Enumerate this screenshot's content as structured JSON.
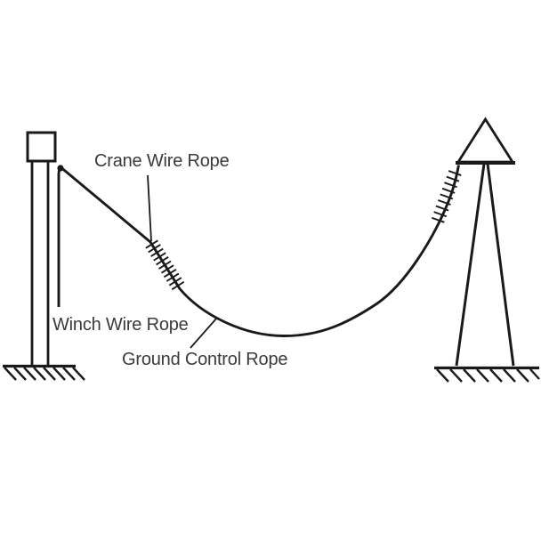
{
  "diagram": {
    "background": "#ffffff",
    "ink_color": "#1a1a1a",
    "text_color": "#3a3a3a",
    "labels": {
      "crane_wire_rope": "Crane Wire Rope",
      "winch_wire_rope": "Winch Wire Rope",
      "ground_control_rope": "Ground Control Rope"
    }
  }
}
